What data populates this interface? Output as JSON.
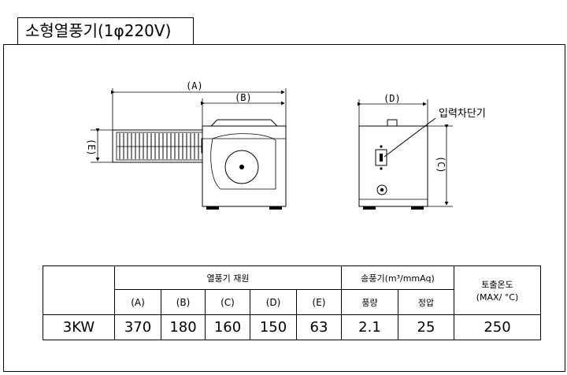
{
  "title": "소형열풍기(1φ220V)",
  "callout": "입력차단기",
  "dims": {
    "A": "(A)",
    "B": "(B)",
    "C": "(C)",
    "D": "(D)",
    "E": "(E)"
  },
  "table": {
    "group_heater": "열풍기 재원",
    "group_blower": "송풍기(m³/mmAq)",
    "temp_label_1": "토출온도",
    "temp_label_2": "(MAX/ °C)",
    "cols": [
      "(A)",
      "(B)",
      "(C)",
      "(D)",
      "(E)"
    ],
    "blower_cols": [
      "풍량",
      "정압"
    ],
    "row": {
      "model": "3KW",
      "A": "370",
      "B": "180",
      "C": "160",
      "D": "150",
      "E": "63",
      "flow": "2.1",
      "pressure": "25",
      "temp": "250"
    }
  }
}
